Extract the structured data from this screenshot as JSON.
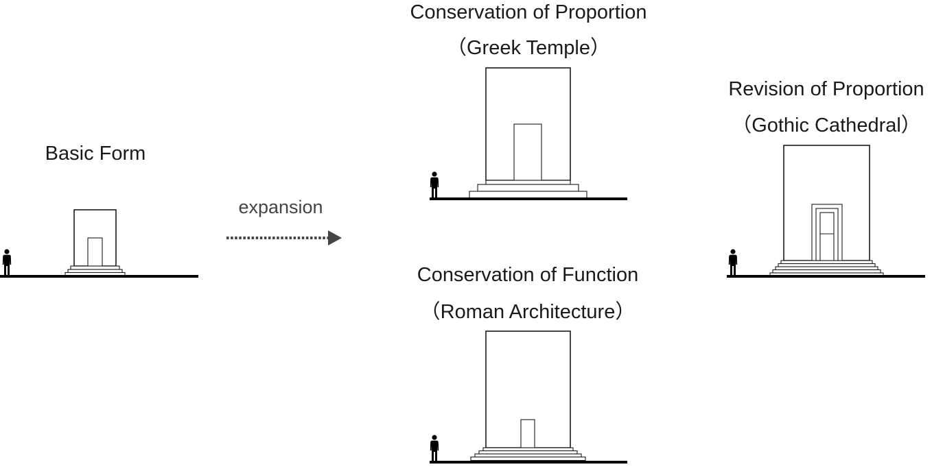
{
  "diagram": {
    "arrow_label": "expansion",
    "forms": [
      {
        "id": "basic",
        "title": "Basic Form",
        "subtitle": ""
      },
      {
        "id": "greek",
        "title": "Conservation of Proportion",
        "subtitle": "（Greek Temple）"
      },
      {
        "id": "roman",
        "title": "Conservation of Function",
        "subtitle": "（Roman Architecture）"
      },
      {
        "id": "gothic",
        "title": "Revision of Proportion",
        "subtitle": "（Gothic Cathedral）"
      }
    ],
    "colors": {
      "line": "#1a1a1a",
      "ground": "#000000",
      "arrow": "#444444"
    }
  }
}
